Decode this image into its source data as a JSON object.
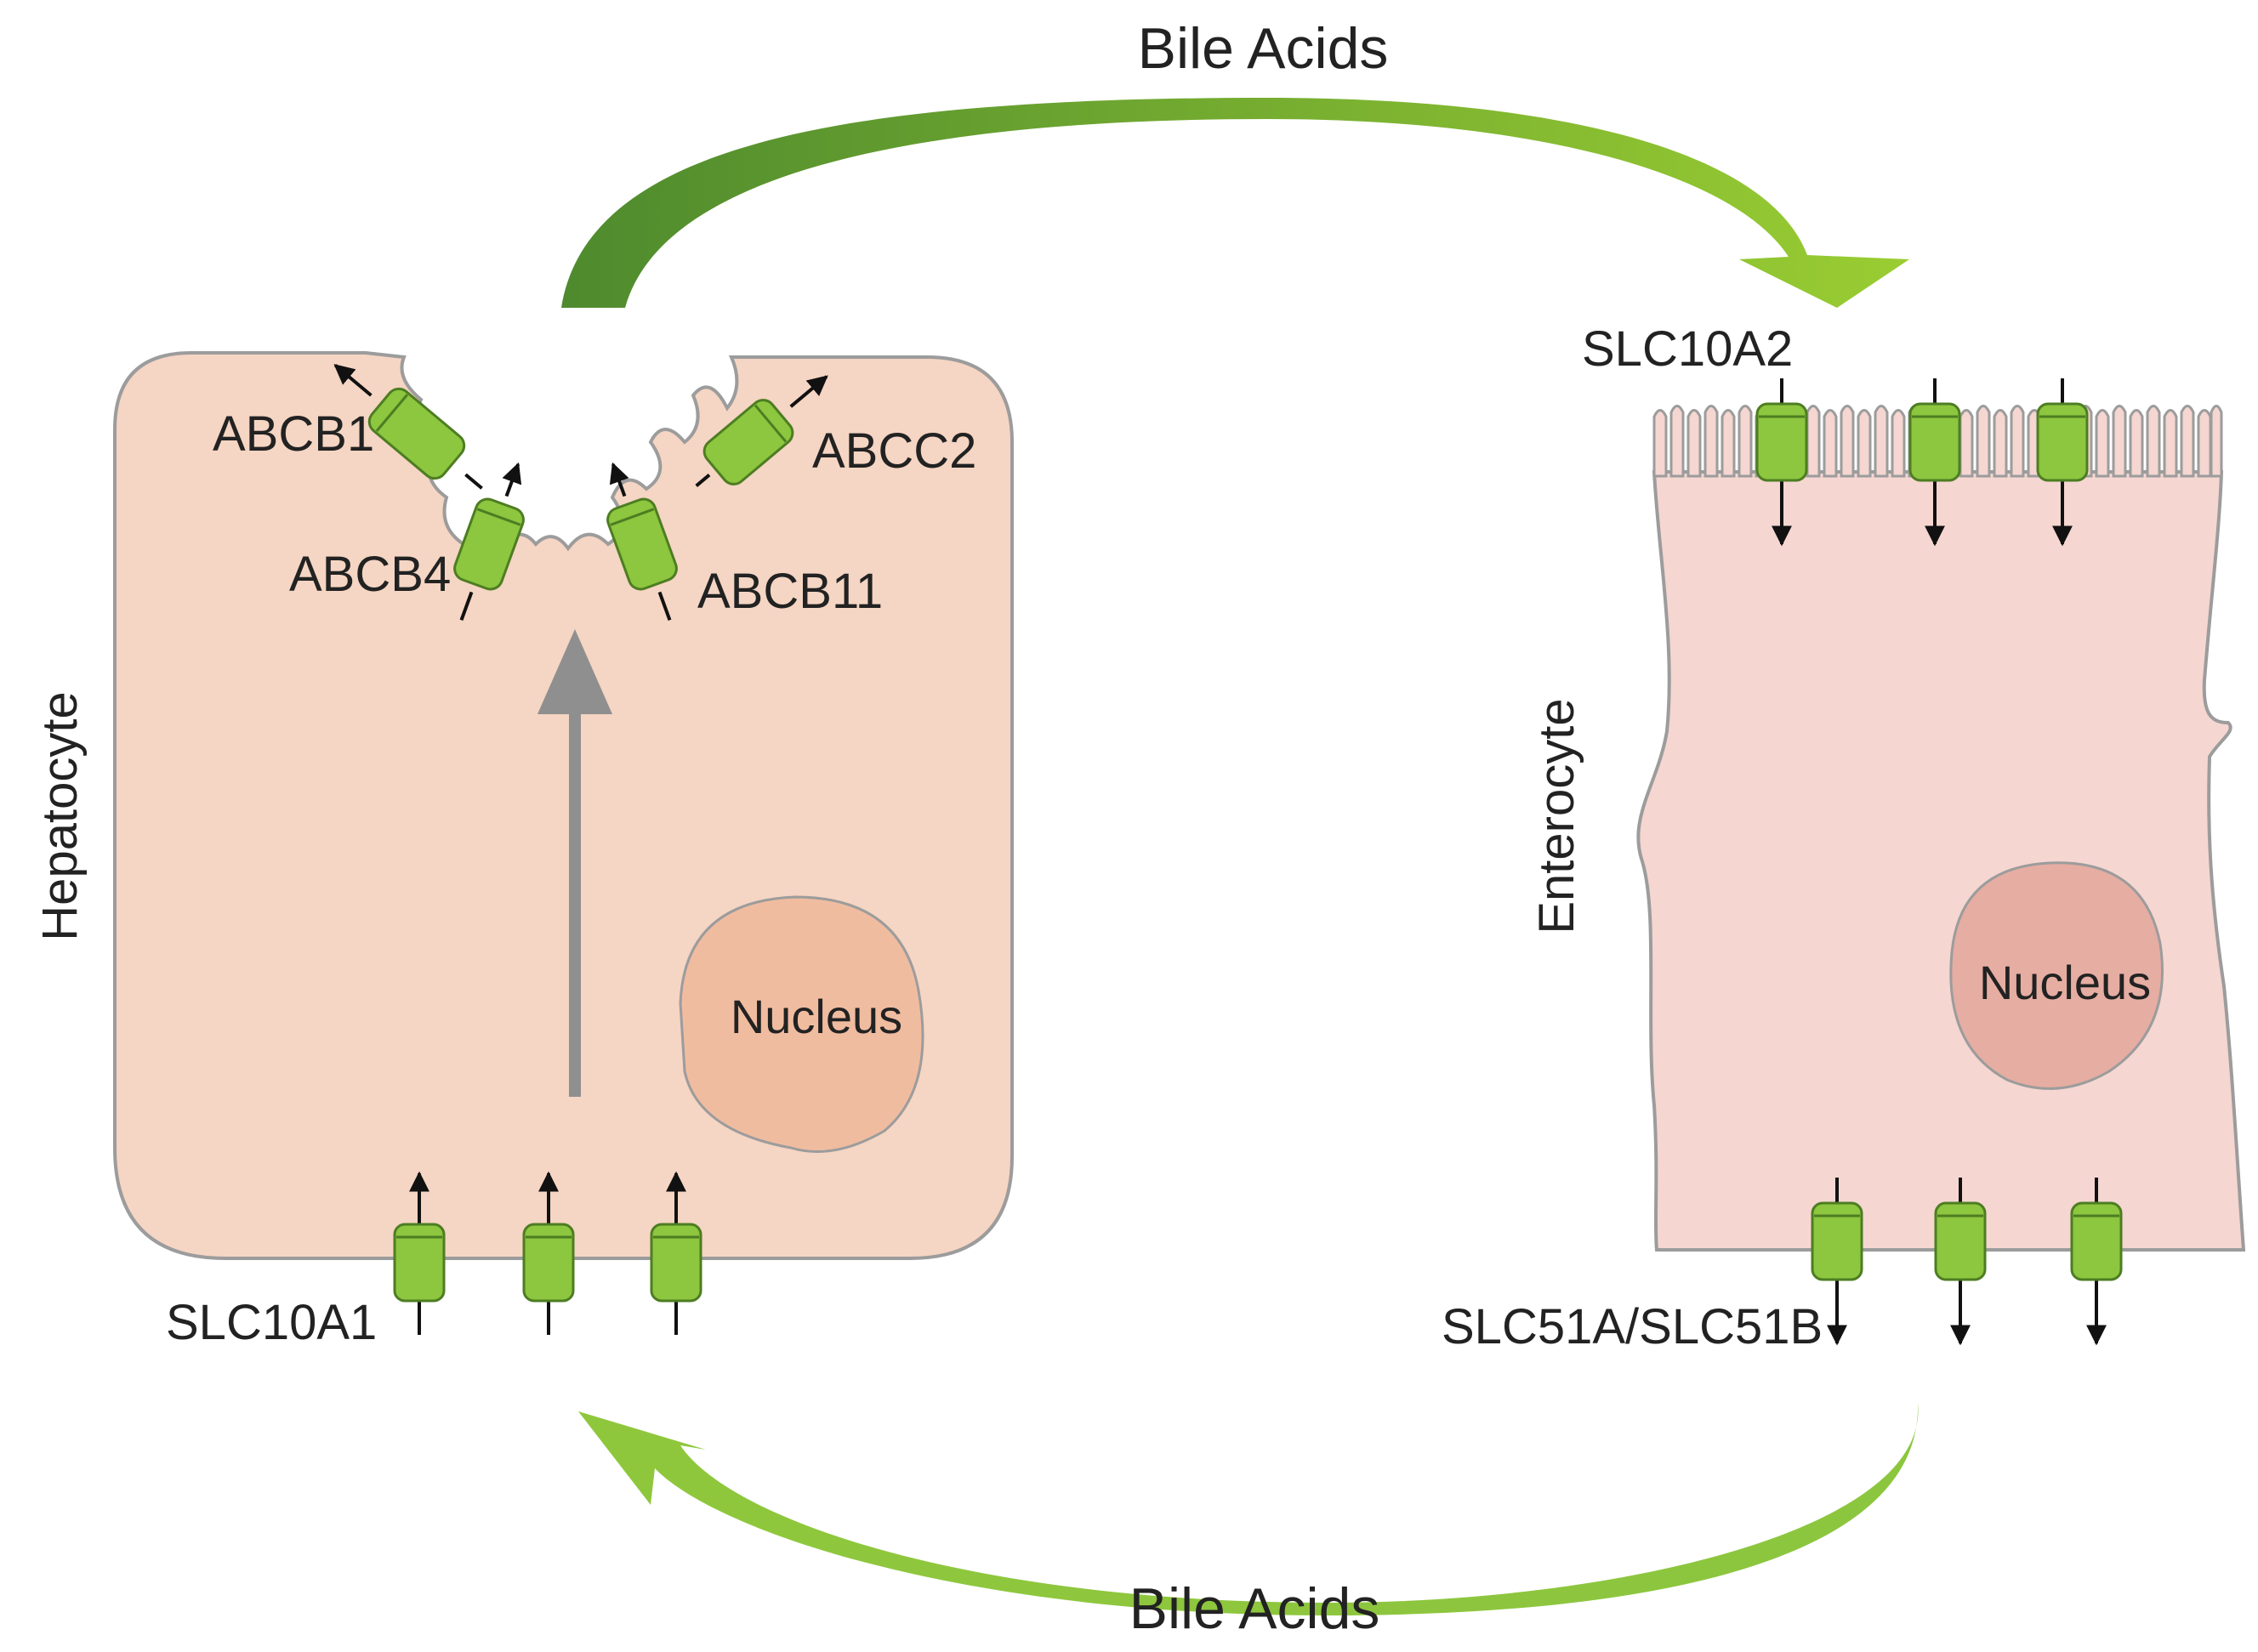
{
  "labels": {
    "bile_acids_top": "Bile Acids",
    "bile_acids_bottom": "Bile Acids",
    "hepatocyte": "Hepatocyte",
    "enterocyte": "Enterocyte",
    "nucleus_hepatocyte": "Nucleus",
    "nucleus_enterocyte": "Nucleus",
    "abcb1": "ABCB1",
    "abcb4": "ABCB4",
    "abcb11": "ABCB11",
    "abcc2": "ABCC2",
    "slc10a1": "SLC10A1",
    "slc10a2": "SLC10A2",
    "slc51": "SLC51A/SLC51B"
  },
  "colors": {
    "hepatocyte_fill": "#f5d5c3",
    "enterocyte_fill": "#f5d6d1",
    "cell_stroke": "#9c9c9c",
    "nucleus_hepatocyte_fill": "#f0bca0",
    "nucleus_enterocyte_fill": "#e6ada2",
    "transporter_fill": "#8dc63f",
    "transporter_stroke": "#4d7d22",
    "arrow_green_dark": "#4e8a2e",
    "arrow_green_light": "#9acd32",
    "flux_arrow_gray": "#8f8f8f"
  }
}
